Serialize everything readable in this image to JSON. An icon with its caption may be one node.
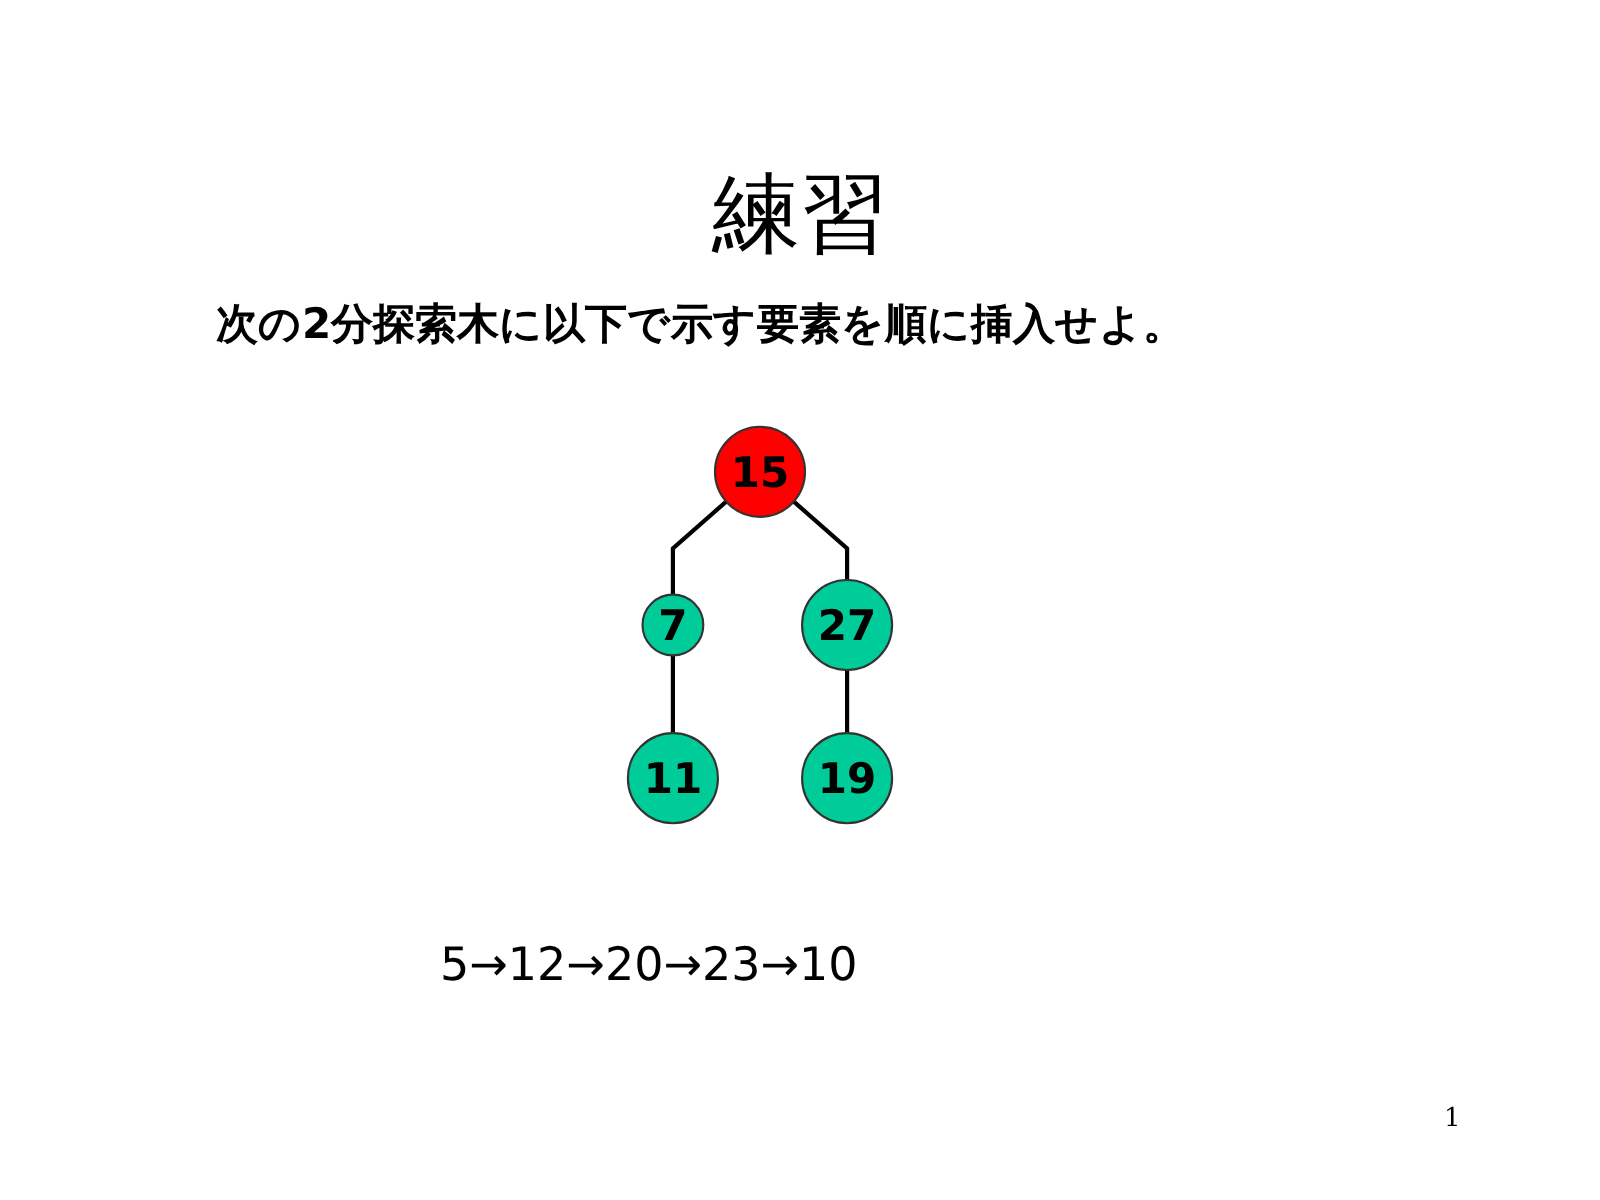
{
  "diagram": {
    "title": "練習",
    "nodes": [
      {
        "text": [
          "15"
        ]
      },
      {
        "text": [
          "7"
        ]
      },
      {
        "text": [
          "27"
        ]
      },
      {
        "text": [
          "11"
        ]
      },
      {
        "text": [
          "19"
        ]
      }
    ],
    "edges": [
      {
        "from": 0,
        "to": 1,
        "arrow": "none"
      },
      {
        "from": 0,
        "to": 2,
        "arrow": "none"
      },
      {
        "from": 1,
        "to": 3,
        "arrow": "none"
      },
      {
        "from": 2,
        "to": 4,
        "arrow": "none"
      }
    ],
    "labels": [
      "次の2分探索木に以下で示す要素を順に挿入せよ。",
      "5→12→20→23→10",
      "1"
    ]
  }
}
